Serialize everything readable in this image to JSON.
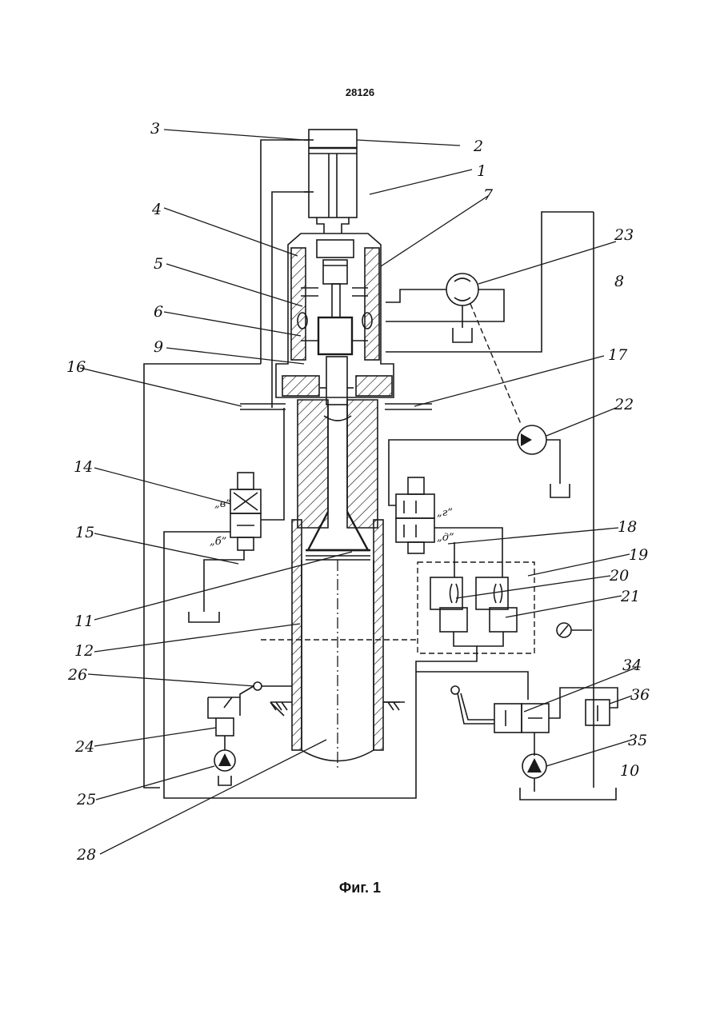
{
  "document_number": "28126",
  "figure_caption": "Фиг. 1",
  "reference_numerals": {
    "n1": "1",
    "n2": "2",
    "n3": "3",
    "n4": "4",
    "n5": "5",
    "n6": "6",
    "n7": "7",
    "n8": "8",
    "n9": "9",
    "n10": "10",
    "n11": "11",
    "n12": "12",
    "n14": "14",
    "n15": "15",
    "n16": "16",
    "n17": "17",
    "n18": "18",
    "n19": "19",
    "n20": "20",
    "n21": "21",
    "n22": "22",
    "n23": "23",
    "n24": "24",
    "n25": "25",
    "n26": "26",
    "n28": "28",
    "n34": "34",
    "n35": "35",
    "n36": "36"
  },
  "valve_position_marks": {
    "v": "„в”",
    "b": "„б”",
    "g": "„г”",
    "d": "„д”"
  }
}
